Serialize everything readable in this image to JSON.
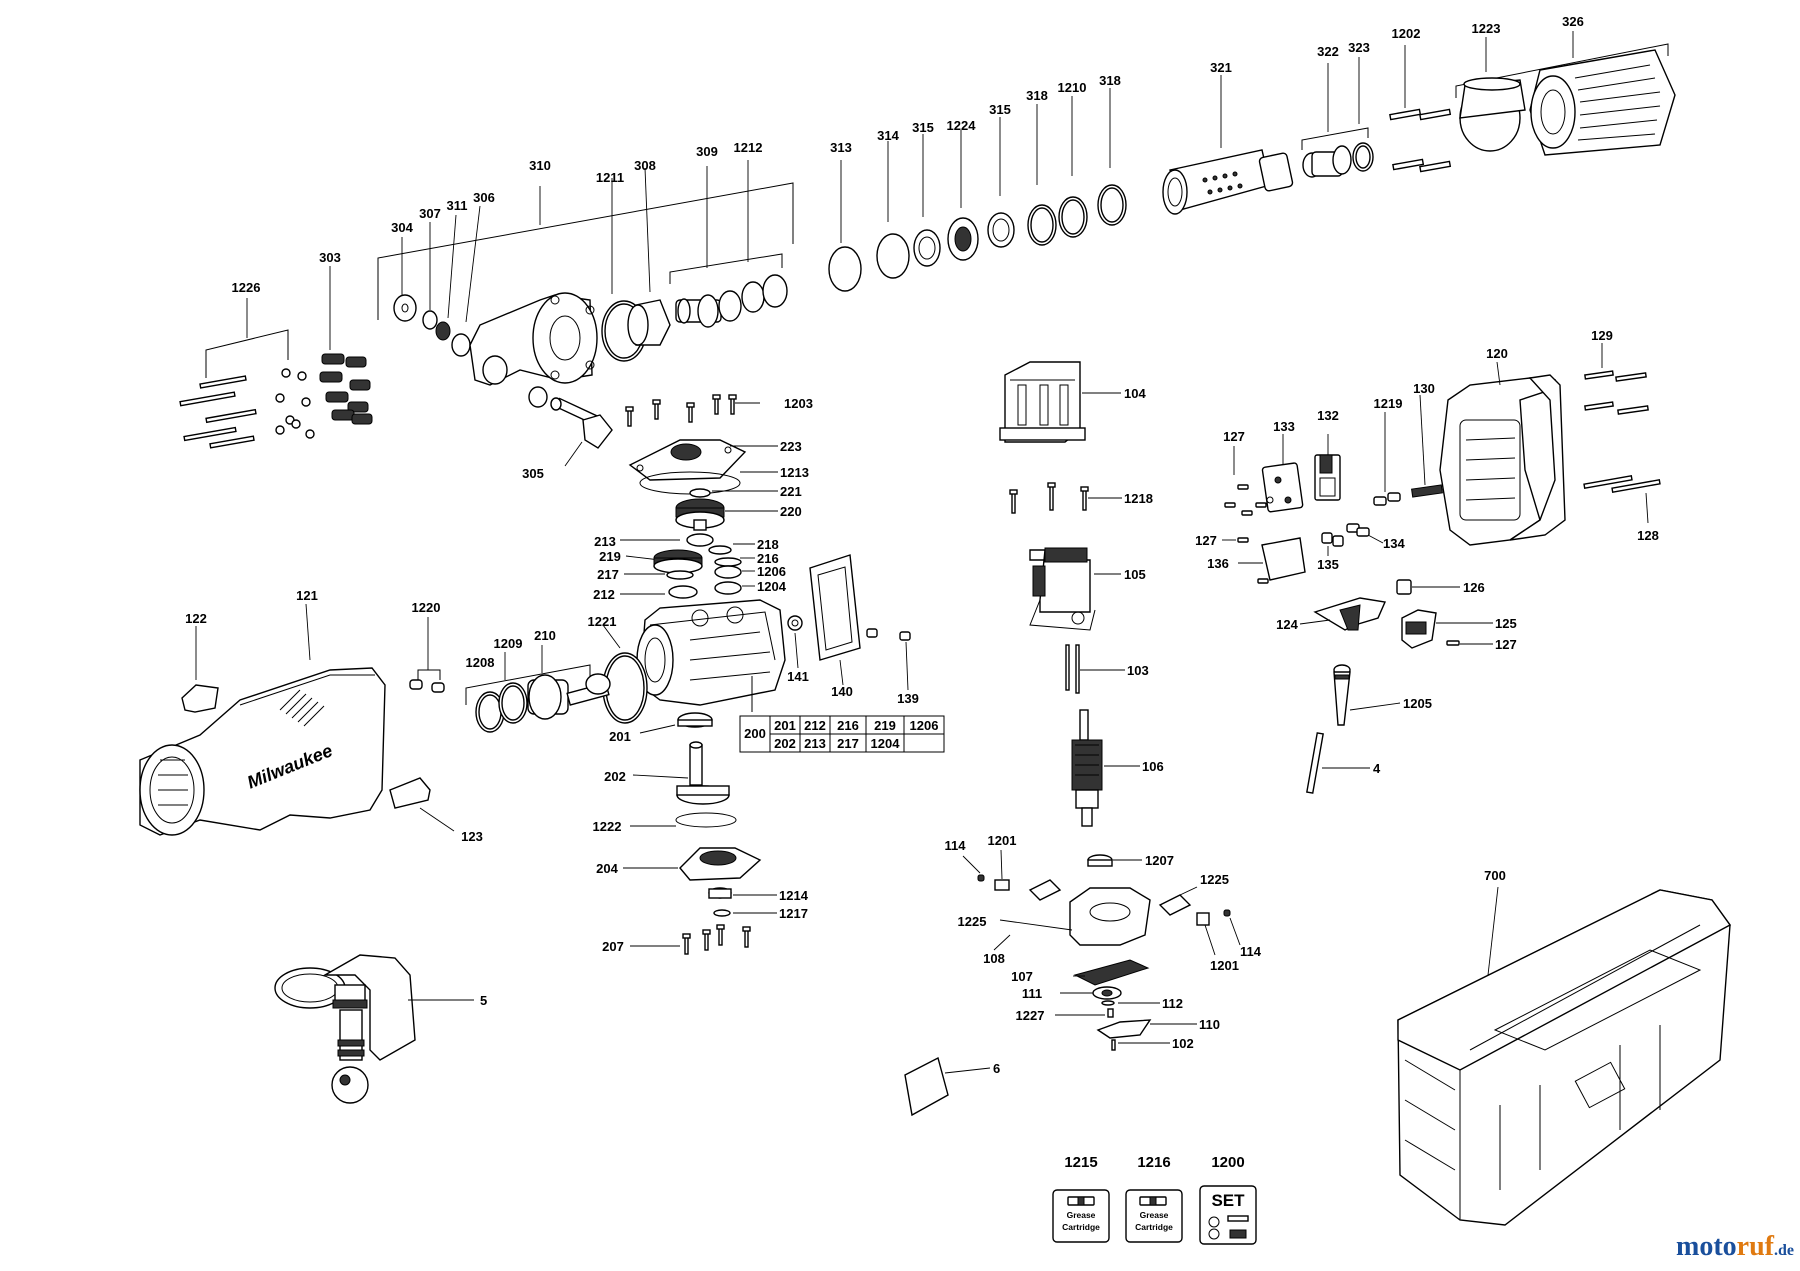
{
  "labels": {
    "l1226": "1226",
    "l303": "303",
    "l304": "304",
    "l307": "307",
    "l311": "311",
    "l306": "306",
    "l310": "310",
    "l1211": "1211",
    "l308": "308",
    "l309": "309",
    "l1212": "1212",
    "l313": "313",
    "l314": "314",
    "l315a": "315",
    "l1224": "1224",
    "l315b": "315",
    "l318a": "318",
    "l1210": "1210",
    "l318b": "318",
    "l321": "321",
    "l322": "322",
    "l323": "323",
    "l1202": "1202",
    "l1223": "1223",
    "l326": "326",
    "l305": "305",
    "l1203": "1203",
    "l223": "223",
    "l1213": "1213",
    "l221": "221",
    "l220": "220",
    "l213": "213",
    "l218": "218",
    "l219": "219",
    "l216": "216",
    "l217": "217",
    "l1206": "1206",
    "l212": "212",
    "l1204": "1204",
    "l104": "104",
    "l1218": "1218",
    "l105": "105",
    "l103": "103",
    "l106": "106",
    "l1207": "1207",
    "l114a": "114",
    "l1201a": "1201",
    "l1225a": "1225",
    "l1225b": "1225",
    "l108": "108",
    "l114b": "114",
    "l1201b": "1201",
    "l107": "107",
    "l111": "111",
    "l112": "112",
    "l1227": "1227",
    "l110": "110",
    "l102": "102",
    "l129": "129",
    "l120": "120",
    "l127a": "127",
    "l133": "133",
    "l132": "132",
    "l1219": "1219",
    "l130": "130",
    "l127b": "127",
    "l134": "134",
    "l136": "136",
    "l135": "135",
    "l128": "128",
    "l126": "126",
    "l124": "124",
    "l125": "125",
    "l127c": "127",
    "l1205": "1205",
    "l4": "4",
    "l122": "122",
    "l121": "121",
    "l1220": "1220",
    "l1209": "1209",
    "l210": "210",
    "l1221": "1221",
    "l1208": "1208",
    "l141": "141",
    "l140": "140",
    "l139": "139",
    "l201": "201",
    "l202": "202",
    "l1222": "1222",
    "l204": "204",
    "l1214": "1214",
    "l1217": "1217",
    "l207": "207",
    "l123": "123",
    "l5": "5",
    "l6": "6",
    "l700": "700",
    "l1215": "1215",
    "l1216": "1216",
    "l1200": "1200"
  },
  "table200": {
    "group": "200",
    "row1": [
      "201",
      "212",
      "216",
      "219",
      "1206"
    ],
    "row2": [
      "202",
      "213",
      "217",
      "1204",
      ""
    ]
  },
  "cards": {
    "grease1_line1": "Grease",
    "grease1_line2": "Cartridge",
    "grease2_line1": "Grease",
    "grease2_line2": "Cartridge",
    "set": "SET"
  },
  "housing_brand": "Milwaukee",
  "watermark": {
    "part1": "moto",
    "part2": "ruf",
    "part3": ".de"
  }
}
